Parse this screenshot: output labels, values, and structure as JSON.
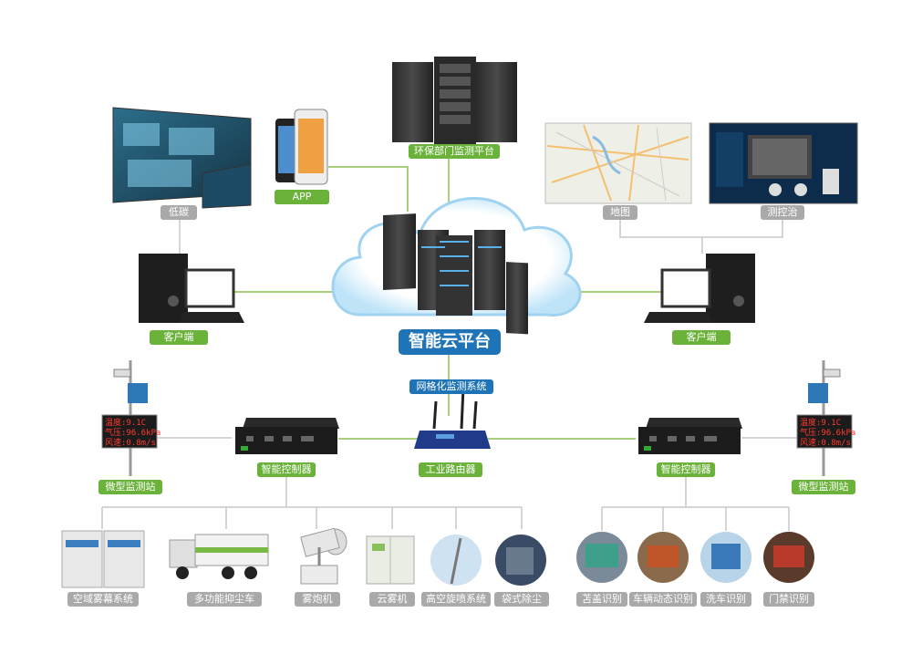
{
  "colors": {
    "green": "#6ab23a",
    "gray": "#a9a9a9",
    "blue": "#1f74b8",
    "line": "#c7c7c7",
    "glow": "#bfe4f8"
  },
  "center": {
    "cloud_label": "智能云平台",
    "network_label": "网格化监测系统",
    "router_label": "工业路由器"
  },
  "top": {
    "server_label": "环保部门监测平台",
    "app_label": "APP",
    "lowcarbon_label": "低碳",
    "map_label": "地图",
    "monitor_label": "测控治"
  },
  "clients": {
    "left_label": "客户端",
    "right_label": "客户端"
  },
  "controllers": {
    "left_label": "智能控制器",
    "right_label": "智能控制器"
  },
  "stations": {
    "left_label": "微型监测站",
    "right_label": "微型监测站",
    "led_lines": [
      "温度:9.1C",
      "气压:96.6kPa",
      "风速:0.8m/s"
    ]
  },
  "left_devices": [
    {
      "label": "空域雾幕系统",
      "icon": "cabinet-icon"
    },
    {
      "label": "多功能抑尘车",
      "icon": "truck-icon"
    },
    {
      "label": "雾炮机",
      "icon": "fog-cannon-icon"
    },
    {
      "label": "云雾机",
      "icon": "cloud-mist-machine-icon"
    },
    {
      "label": "高空旋喷系统",
      "icon": "spray-tower-icon"
    },
    {
      "label": "袋式除尘",
      "icon": "bag-dust-collector-icon"
    }
  ],
  "right_devices": [
    {
      "label": "苫盖识别",
      "icon": "covered-truck-icon"
    },
    {
      "label": "车辆动态识别",
      "icon": "vehicle-camera-icon"
    },
    {
      "label": "洗车识别",
      "icon": "car-wash-icon"
    },
    {
      "label": "门禁识别",
      "icon": "gate-icon"
    }
  ]
}
